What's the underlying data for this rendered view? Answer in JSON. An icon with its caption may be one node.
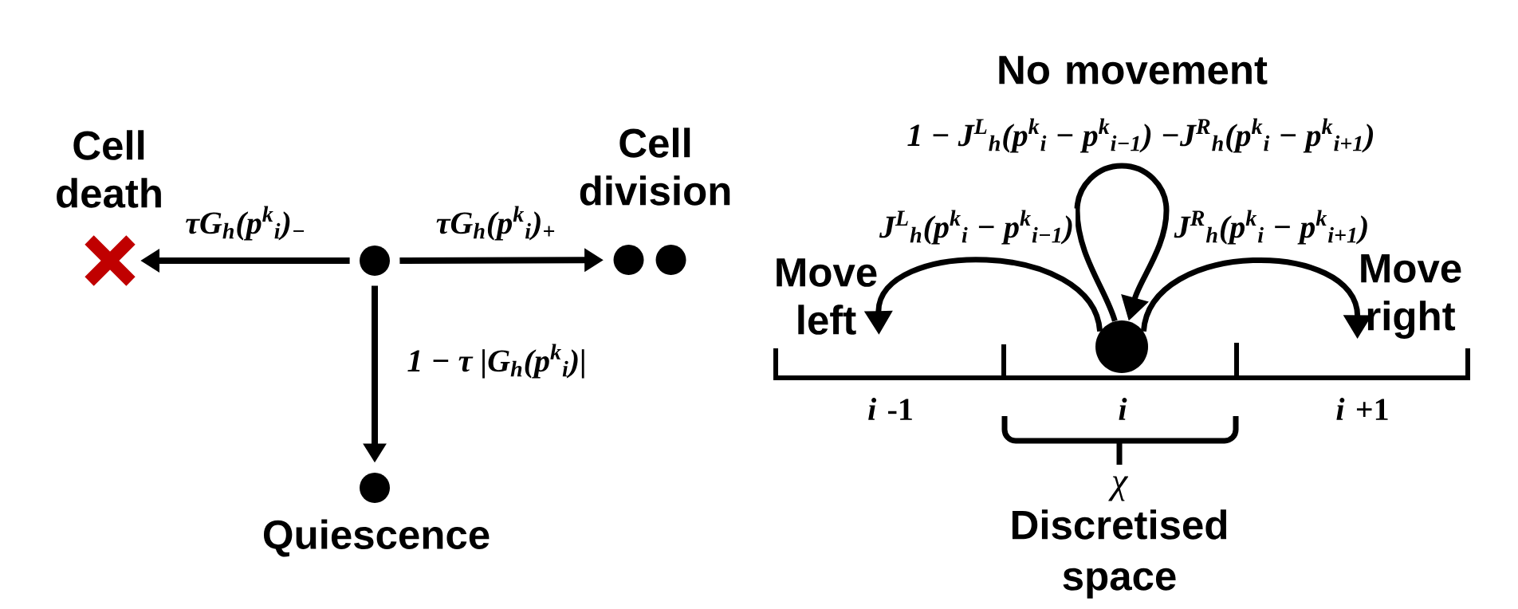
{
  "diagram": {
    "nodes": [
      {
        "text": [
          "Cell death"
        ]
      },
      {
        "text": [],
        "shape": "circle"
      },
      {
        "text": [
          "Cell division"
        ]
      },
      {
        "text": [
          "Quiescence"
        ]
      },
      {
        "text": [
          "Move left"
        ]
      },
      {
        "text": [],
        "shape": "circle"
      },
      {
        "text": [
          "Move right"
        ]
      }
    ],
    "edges": [
      {
        "from": 1,
        "to": 0,
        "arrow": "to",
        "label": "τG$_{h}$(p$^{k}$$_{i}$)$_{−}$"
      },
      {
        "from": 1,
        "to": 2,
        "arrow": "to",
        "label": "τG$_{h}$(p$^{k}$$_{i}$)$_{+}$"
      },
      {
        "from": 1,
        "to": 3,
        "arrow": "to",
        "label": "1 − τ |G$_{h}$(p$^{k}$$_{i}$)|"
      },
      {
        "from": 5,
        "to": 5,
        "arrow": "to",
        "label": "1 − J$^{L}$$_{h}$(p$^{k}$$_{i}$ − p$^{k}$$_{i−1}$) −J$^{R}$$_{h}$(p$^{k}$$_{i}$ − p$^{k}$$_{i+1}$)"
      },
      {
        "from": 5,
        "to": 4,
        "arrow": "to",
        "label": "J$^{L}$$_{h}$(p$^{k}$$_{i}$ − p$^{k}$$_{i−1}$)"
      },
      {
        "from": 5,
        "to": 6,
        "arrow": "to",
        "label": "J$^{R}$$_{h}$(p$^{k}$$_{i}$ − p$^{k}$$_{i+1}$)"
      }
    ],
    "labels": [
      "No movement",
      "*i* -1",
      "i",
      "*i* +1",
      "χ",
      "Discretised space"
    ]
  }
}
